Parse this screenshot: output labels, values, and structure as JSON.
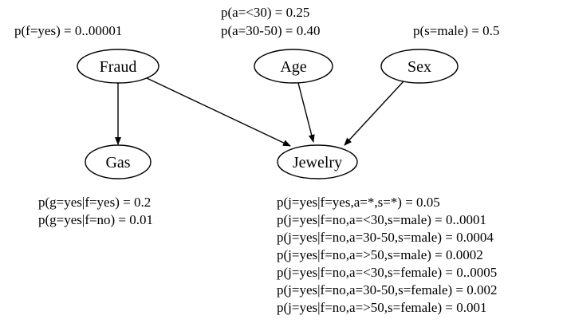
{
  "nodes": {
    "fraud": "Fraud",
    "age": "Age",
    "sex": "Sex",
    "gas": "Gas",
    "jewelry": "Jewelry"
  },
  "priors": {
    "fraud": "p(f=yes) = 0..00001",
    "age_1": "p(a=<30) = 0.25",
    "age_2": "p(a=30-50) = 0.40",
    "sex": "p(s=male) = 0.5"
  },
  "gas_cpt": [
    "p(g=yes|f=yes) = 0.2",
    "p(g=yes|f=no) = 0.01"
  ],
  "jewelry_cpt": [
    "p(j=yes|f=yes,a=*,s=*) = 0.05",
    "p(j=yes|f=no,a=<30,s=male) = 0..0001",
    "p(j=yes|f=no,a=30-50,s=male) = 0.0004",
    "p(j=yes|f=no,a=>50,s=male) = 0.0002",
    "p(j=yes|f=no,a=<30,s=female) = 0..0005",
    "p(j=yes|f=no,a=30-50,s=female) = 0.002",
    "p(j=yes|f=no,a=>50,s=female) = 0.001"
  ]
}
